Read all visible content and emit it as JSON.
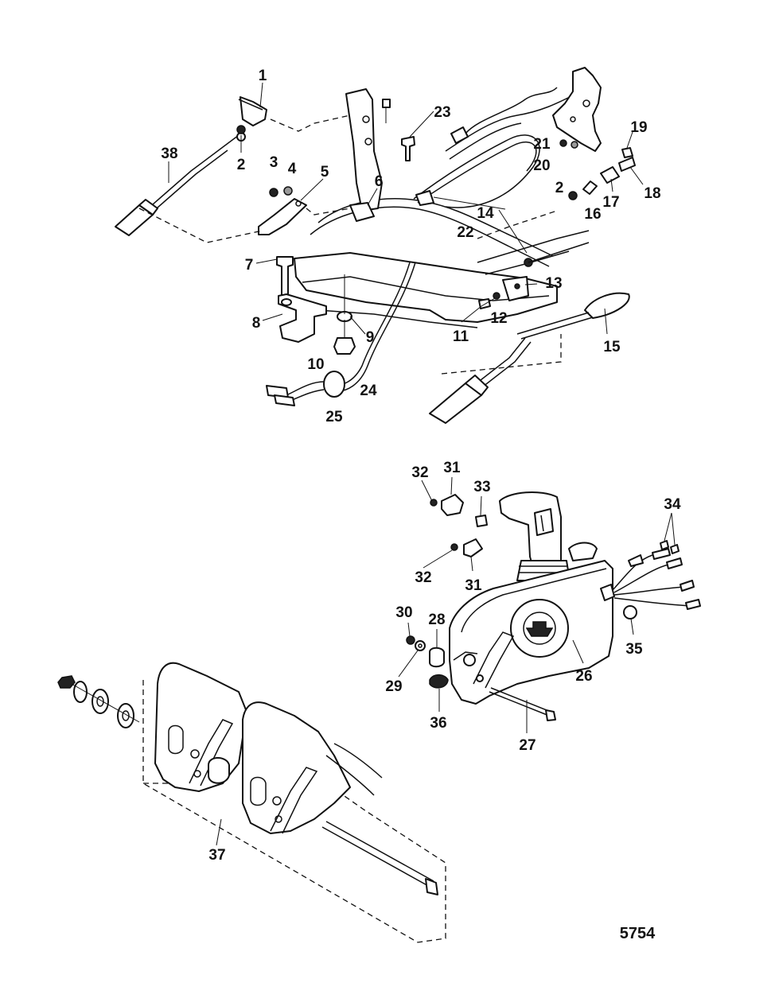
{
  "figure_number": "5754",
  "callouts": {
    "c1": "1",
    "c2a": "2",
    "c2b": "2",
    "c3": "3",
    "c4": "4",
    "c5": "5",
    "c6": "6",
    "c7": "7",
    "c8": "8",
    "c9": "9",
    "c10": "10",
    "c11": "11",
    "c12": "12",
    "c13": "13",
    "c14": "14",
    "c15": "15",
    "c16": "16",
    "c17": "17",
    "c18": "18",
    "c19": "19",
    "c20": "20",
    "c21": "21",
    "c22": "22",
    "c23": "23",
    "c24": "24",
    "c25": "25",
    "c26": "26",
    "c27": "27",
    "c28": "28",
    "c29": "29",
    "c30": "30",
    "c31a": "31",
    "c31b": "31",
    "c32a": "32",
    "c32b": "32",
    "c33": "33",
    "c34": "34",
    "c35": "35",
    "c36": "36",
    "c37": "37",
    "c38": "38"
  }
}
